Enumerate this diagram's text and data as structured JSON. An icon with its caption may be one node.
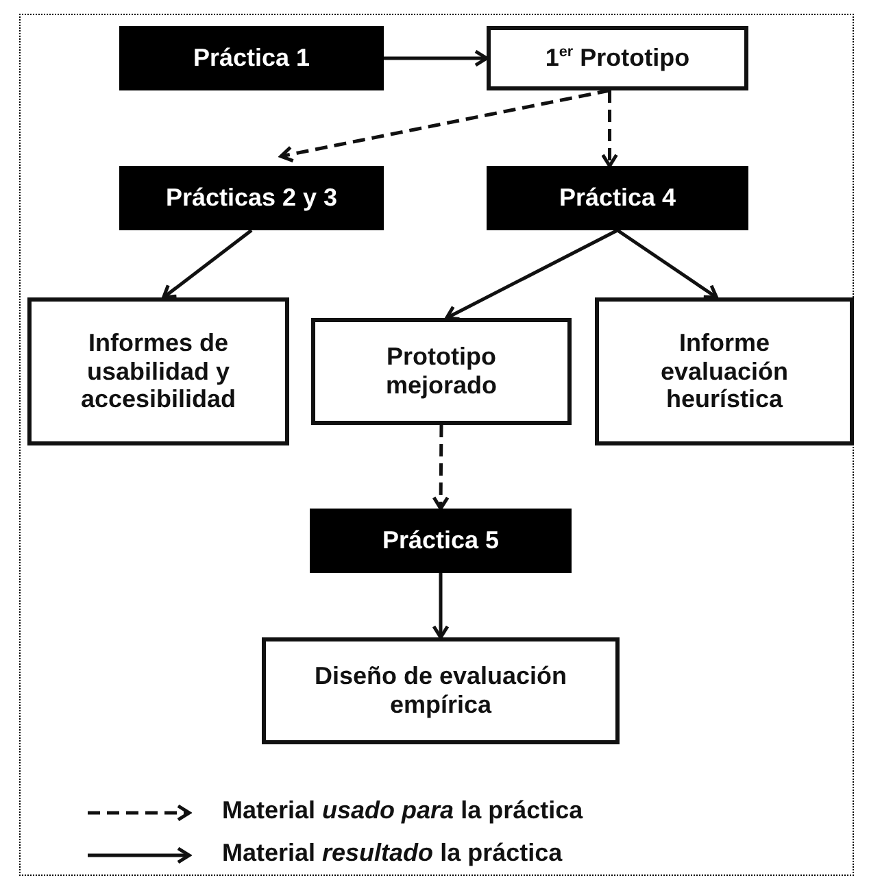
{
  "diagram": {
    "nodes": [
      {
        "text": [
          "Práctica 1"
        ]
      },
      {
        "text": [
          "1$^{er}$ Prototipo"
        ]
      },
      {
        "text": [
          "Prácticas 2 y 3"
        ]
      },
      {
        "text": [
          "Práctica 4"
        ]
      },
      {
        "text": [
          "Informes de usabilidad y accesibilidad"
        ]
      },
      {
        "text": [
          "Prototipo mejorado"
        ]
      },
      {
        "text": [
          "Informe evaluación heurística"
        ]
      },
      {
        "text": [
          "Práctica 5"
        ]
      },
      {
        "text": [
          "Diseño de evaluación empírica"
        ]
      }
    ],
    "edges": [
      {
        "from": 0,
        "to": 1,
        "arrow": "to"
      },
      {
        "from": 1,
        "to": 2,
        "arrow": "to",
        "style": "dashed"
      },
      {
        "from": 1,
        "to": 3,
        "arrow": "to",
        "style": "dashed"
      },
      {
        "from": 2,
        "to": 4,
        "arrow": "to"
      },
      {
        "from": 3,
        "to": 5,
        "arrow": "to"
      },
      {
        "from": 3,
        "to": 6,
        "arrow": "to"
      },
      {
        "from": 5,
        "to": 7,
        "arrow": "to",
        "style": "dashed"
      },
      {
        "from": 7,
        "to": 8,
        "arrow": "to"
      }
    ],
    "legend": [
      {
        "text": "Material *usado para* la práctica"
      },
      {
        "text": "Material *resultado* la práctica"
      }
    ]
  }
}
